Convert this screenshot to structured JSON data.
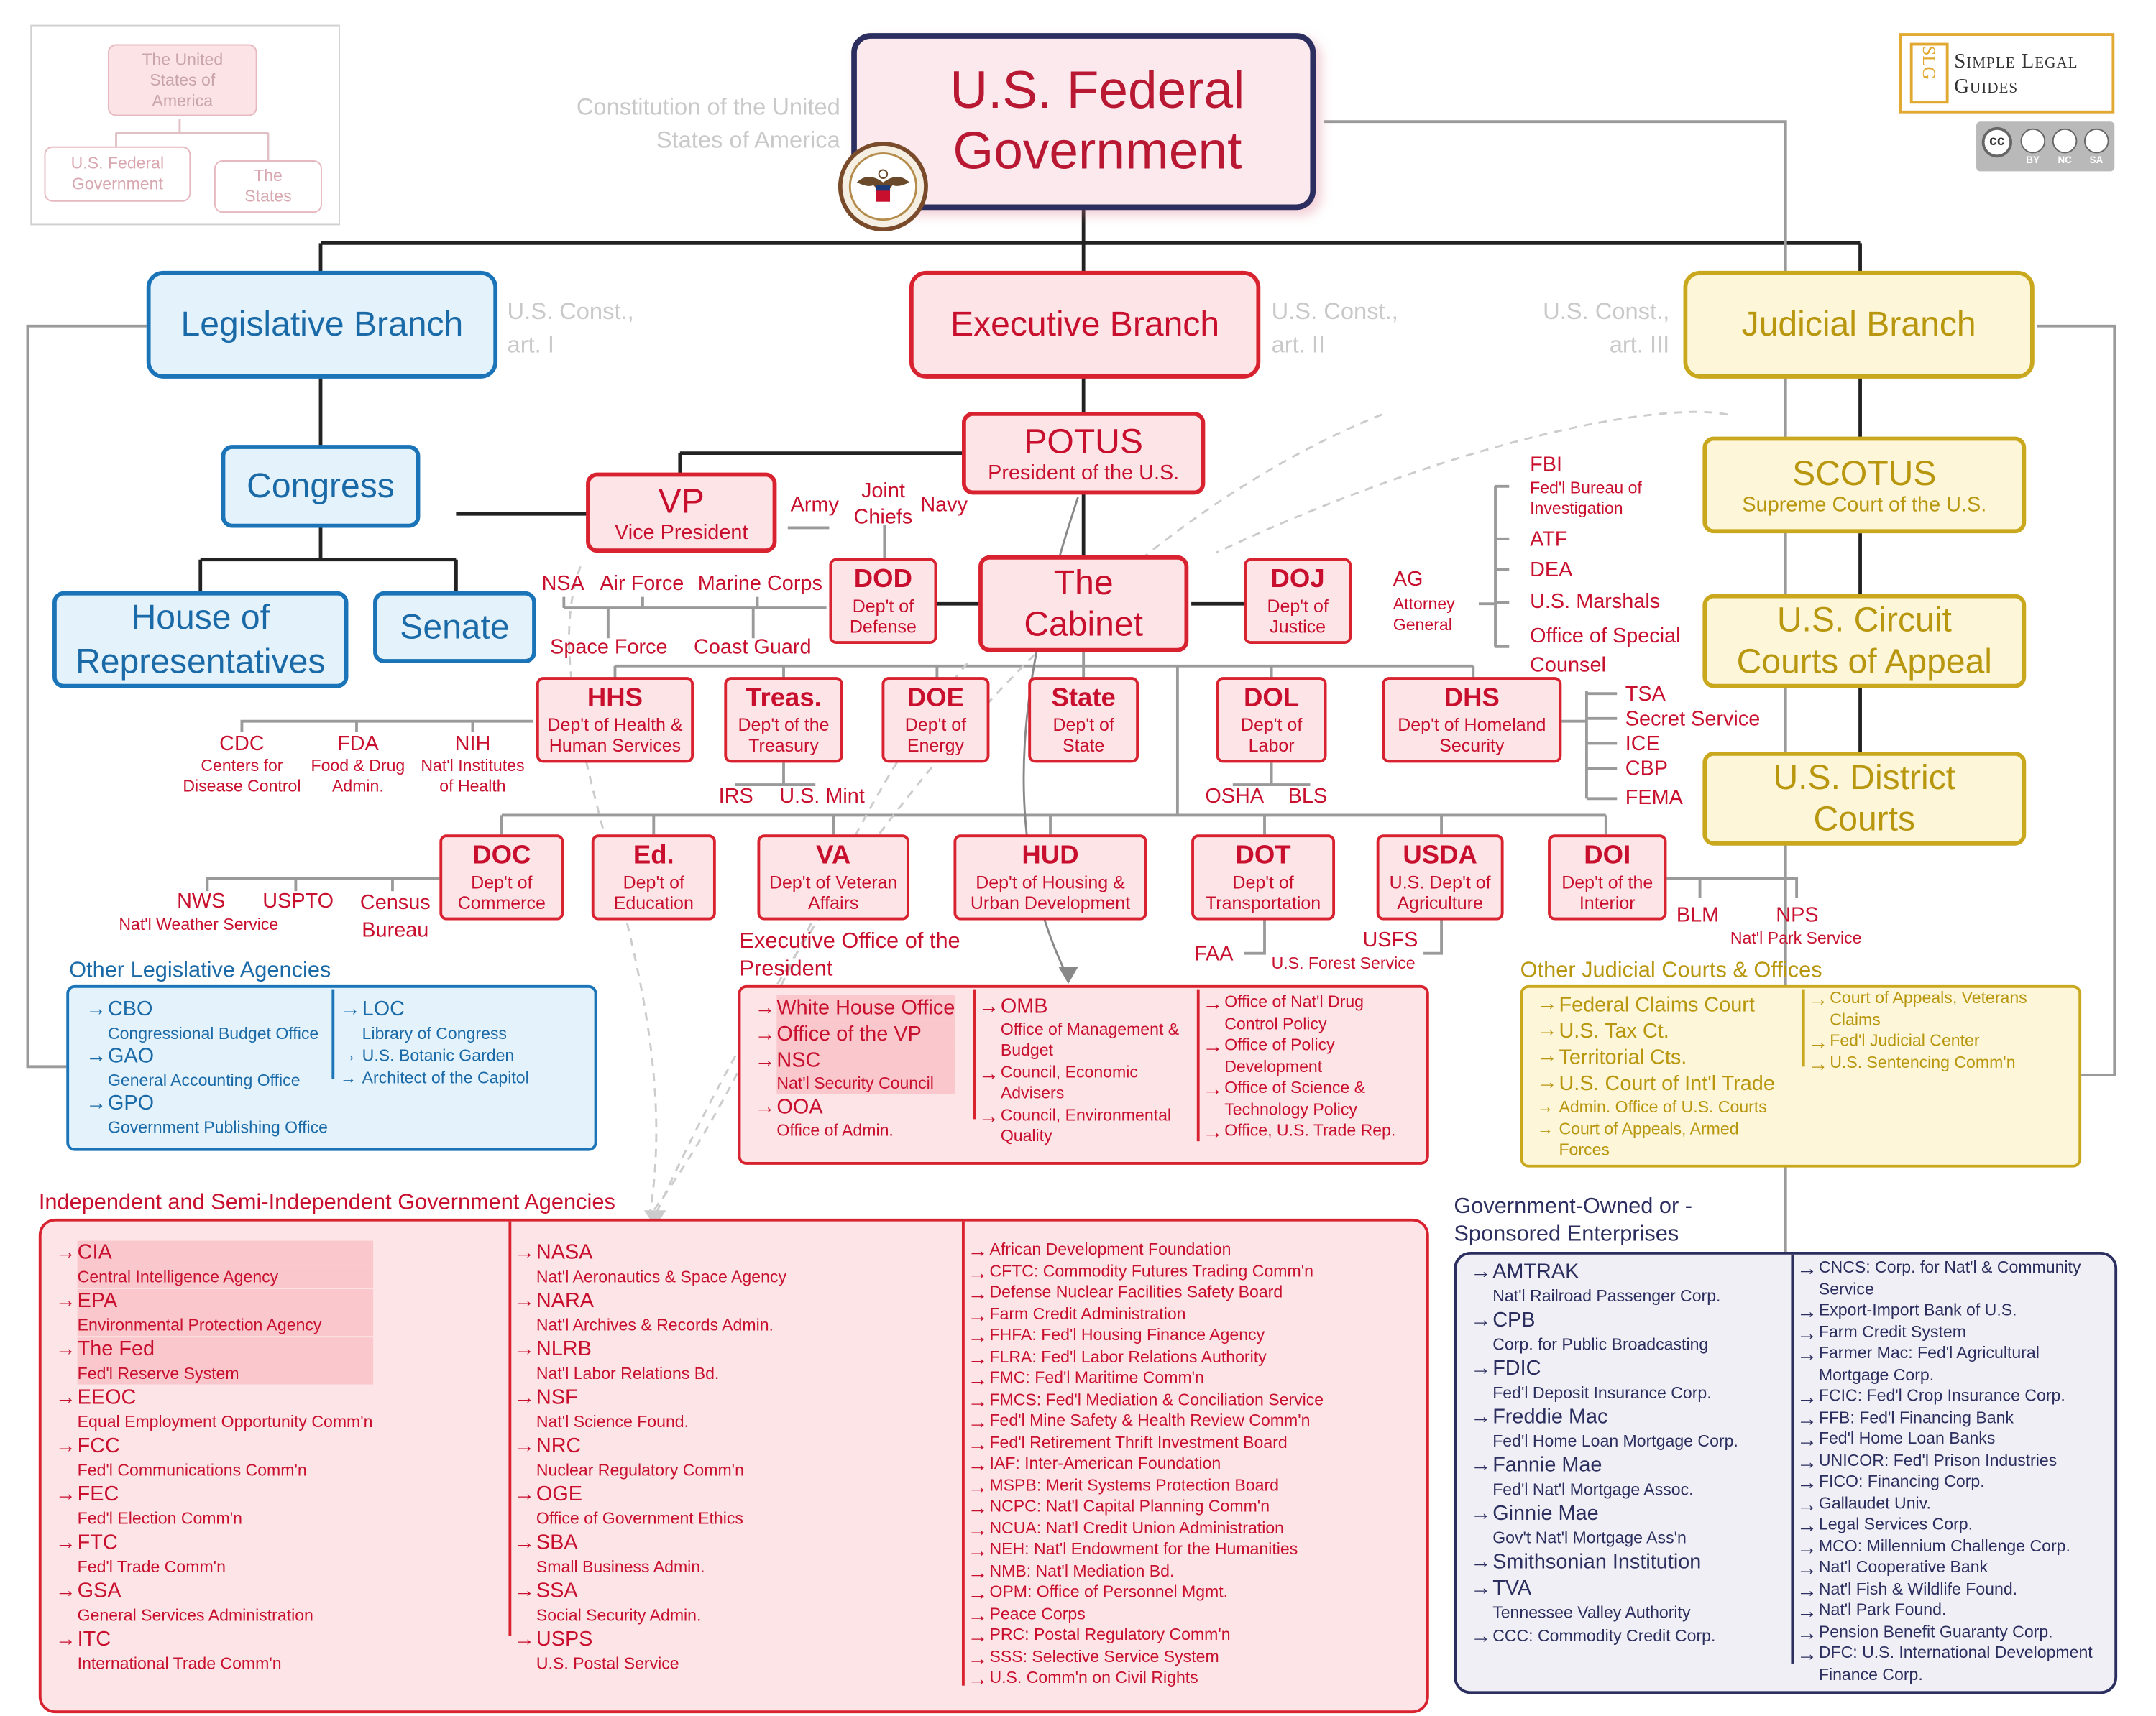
{
  "title": "U.S. Federal Government",
  "constitution_label": "Constitution of the United States of America",
  "mini_map": {
    "top": "The United States of America",
    "left": "U.S. Federal Government",
    "right": "The States"
  },
  "logo": {
    "text1": "Simple Legal",
    "text2": "Guides",
    "monogram": "SLG",
    "license": [
      "BY",
      "NC",
      "SA"
    ]
  },
  "seal_name": "eagle-seal",
  "branches": {
    "legislative": {
      "name": "Legislative Branch",
      "ref": "U.S. Const., art. I"
    },
    "executive": {
      "name": "Executive Branch",
      "ref": "U.S. Const., art. II"
    },
    "judicial": {
      "name": "Judicial Branch",
      "ref": "U.S. Const., art. III"
    }
  },
  "legislative": {
    "congress": "Congress",
    "house": "House of Representatives",
    "senate": "Senate",
    "other_title": "Other Legislative Agencies",
    "col1": [
      {
        "abbr": "CBO",
        "full": "Congressional Budget Office"
      },
      {
        "abbr": "GAO",
        "full": "General Accounting Office"
      },
      {
        "abbr": "GPO",
        "full": "Government Publishing Office"
      }
    ],
    "col2": [
      {
        "abbr": "LOC",
        "full": "Library of Congress"
      },
      {
        "abbr": "U.S. Botanic Garden",
        "full": ""
      },
      {
        "abbr": "Architect of the Capitol",
        "full": ""
      }
    ]
  },
  "executive": {
    "potus": {
      "abbr": "POTUS",
      "full": "President of the U.S."
    },
    "vp": {
      "abbr": "VP",
      "full": "Vice President"
    },
    "cabinet": "The Cabinet",
    "dod_subs": {
      "army": "Army",
      "joint": "Joint Chiefs",
      "navy": "Navy",
      "nsa": "NSA",
      "airforce": "Air Force",
      "marines": "Marine Corps",
      "space": "Space Force",
      "coast": "Coast Guard"
    },
    "doj_subs": {
      "ag": "AG",
      "ag_full": "Attorney General",
      "fbi": "FBI",
      "fbi_full": "Fed'l Bureau of Investigation",
      "atf": "ATF",
      "dea": "DEA",
      "marshals": "U.S. Marshals",
      "osc": "Office of Special Counsel"
    },
    "departments_row1": [
      {
        "abbr": "DOD",
        "full": "Dep't of Defense"
      },
      {
        "abbr": "DOJ",
        "full": "Dep't of Justice"
      },
      {
        "abbr": "HHS",
        "full": "Dep't of Health & Human Services"
      },
      {
        "abbr": "Treas.",
        "full": "Dep't of the Treasury"
      },
      {
        "abbr": "DOE",
        "full": "Dep't of Energy"
      },
      {
        "abbr": "State",
        "full": "Dep't of State"
      },
      {
        "abbr": "DOL",
        "full": "Dep't of Labor"
      },
      {
        "abbr": "DHS",
        "full": "Dep't of Homeland Security"
      }
    ],
    "hhs_subs": [
      {
        "abbr": "CDC",
        "full": "Centers for Disease Control"
      },
      {
        "abbr": "FDA",
        "full": "Food & Drug Admin."
      },
      {
        "abbr": "NIH",
        "full": "Nat'l Institutes of Health"
      }
    ],
    "treas_subs": [
      "IRS",
      "U.S. Mint"
    ],
    "dol_subs": [
      "OSHA",
      "BLS"
    ],
    "dhs_subs": [
      "TSA",
      "Secret Service",
      "ICE",
      "CBP",
      "FEMA"
    ],
    "departments_row2": [
      {
        "abbr": "DOC",
        "full": "Dep't of Commerce"
      },
      {
        "abbr": "Ed.",
        "full": "Dep't of Education"
      },
      {
        "abbr": "VA",
        "full": "Dep't of Veteran Affairs"
      },
      {
        "abbr": "HUD",
        "full": "Dep't of Housing & Urban Development"
      },
      {
        "abbr": "DOT",
        "full": "Dep't of Transportation"
      },
      {
        "abbr": "USDA",
        "full": "U.S. Dep't of Agriculture"
      },
      {
        "abbr": "DOI",
        "full": "Dep't of the Interior"
      }
    ],
    "doc_subs": [
      {
        "abbr": "NWS",
        "full": "Nat'l Weather Service"
      },
      {
        "abbr": "USPTO",
        "full": ""
      },
      {
        "abbr": "Census Bureau",
        "full": ""
      }
    ],
    "dot_subs": [
      "FAA"
    ],
    "usda_subs": [
      {
        "abbr": "USFS",
        "full": "U.S. Forest Service"
      }
    ],
    "doi_subs": [
      {
        "abbr": "BLM",
        "full": ""
      },
      {
        "abbr": "NPS",
        "full": "Nat'l Park Service"
      }
    ],
    "eop_title": "Executive Office of the President",
    "eop_col1": [
      {
        "abbr": "White House Office",
        "full": ""
      },
      {
        "abbr": "Office of the VP",
        "full": ""
      },
      {
        "abbr": "NSC",
        "full": "Nat'l Security Council"
      },
      {
        "abbr": "OOA",
        "full": "Office of Admin."
      }
    ],
    "eop_col2": [
      {
        "abbr": "OMB",
        "full": "Office of Management & Budget"
      },
      {
        "abbr": "",
        "full": "Council, Economic Advisers"
      },
      {
        "abbr": "",
        "full": "Council, Environmental Quality"
      }
    ],
    "eop_col3": [
      "Office of Nat'l Drug Control Policy",
      "Office of Policy Development",
      "Office of Science & Technology Policy",
      "Office, U.S. Trade Rep."
    ]
  },
  "judicial": {
    "scotus": {
      "abbr": "SCOTUS",
      "full": "Supreme Court of the U.S."
    },
    "circuit": "U.S. Circuit Courts of Appeal",
    "district": "U.S. District Courts",
    "other_title": "Other Judicial Courts & Offices",
    "col1": [
      "Federal Claims Court",
      "U.S. Tax Ct.",
      "Territorial Cts.",
      "U.S. Court of Int'l Trade",
      "Admin. Office of U.S. Courts",
      "Court of Appeals, Armed Forces"
    ],
    "col2": [
      "Court of Appeals, Veterans Claims",
      "Fed'l Judicial Center",
      "U.S. Sentencing Comm'n"
    ]
  },
  "independent": {
    "title": "Independent and Semi-Independent Government Agencies",
    "col1": [
      {
        "abbr": "CIA",
        "full": "Central Intelligence Agency"
      },
      {
        "abbr": "EPA",
        "full": "Environmental Protection Agency"
      },
      {
        "abbr": "The Fed",
        "full": "Fed'l Reserve System"
      },
      {
        "abbr": "EEOC",
        "full": "Equal Employment Opportunity Comm'n"
      },
      {
        "abbr": "FCC",
        "full": "Fed'l Communications Comm'n"
      },
      {
        "abbr": "FEC",
        "full": "Fed'l Election Comm'n"
      },
      {
        "abbr": "FTC",
        "full": "Fed'l Trade Comm'n"
      },
      {
        "abbr": "GSA",
        "full": "General Services Administration"
      },
      {
        "abbr": "ITC",
        "full": "International Trade Comm'n"
      }
    ],
    "col2": [
      {
        "abbr": "NASA",
        "full": "Nat'l Aeronautics & Space Agency"
      },
      {
        "abbr": "NARA",
        "full": "Nat'l Archives & Records Admin."
      },
      {
        "abbr": "NLRB",
        "full": "Nat'l Labor Relations Bd."
      },
      {
        "abbr": "NSF",
        "full": "Nat'l Science Found."
      },
      {
        "abbr": "NRC",
        "full": "Nuclear Regulatory Comm'n"
      },
      {
        "abbr": "OGE",
        "full": "Office of Government Ethics"
      },
      {
        "abbr": "SBA",
        "full": "Small Business Admin."
      },
      {
        "abbr": "SSA",
        "full": "Social Security Admin."
      },
      {
        "abbr": "USPS",
        "full": "U.S. Postal Service"
      }
    ],
    "col3": [
      "African Development Foundation",
      "CFTC: Commodity Futures Trading Comm'n",
      "Defense Nuclear Facilities Safety Board",
      "Farm Credit Administration",
      "FHFA: Fed'l Housing Finance Agency",
      "FLRA: Fed'l Labor Relations Authority",
      "FMC: Fed'l Maritime Comm'n",
      "FMCS: Fed'l Mediation & Conciliation Service",
      "Fed'l Mine Safety & Health Review Comm'n",
      "Fed'l Retirement Thrift Investment Board",
      "IAF: Inter-American Foundation",
      "MSPB: Merit Systems Protection Board",
      "NCPC: Nat'l Capital Planning Comm'n",
      "NCUA: Nat'l Credit Union Administration",
      "NEH: Nat'l Endowment for the Humanities",
      "NMB: Nat'l Mediation Bd.",
      "OPM: Office of Personnel Mgmt.",
      "Peace Corps",
      "PRC: Postal Regulatory Comm'n",
      "SSS: Selective Service System",
      "U.S. Comm'n on Civil Rights"
    ]
  },
  "gse": {
    "title": "Government-Owned or -Sponsored Enterprises",
    "col1": [
      {
        "abbr": "AMTRAK",
        "full": "Nat'l Railroad Passenger Corp."
      },
      {
        "abbr": "CPB",
        "full": "Corp. for Public Broadcasting"
      },
      {
        "abbr": "FDIC",
        "full": "Fed'l Deposit Insurance Corp."
      },
      {
        "abbr": "Freddie Mac",
        "full": "Fed'l Home Loan Mortgage Corp."
      },
      {
        "abbr": "Fannie Mae",
        "full": "Fed'l Nat'l Mortgage Assoc."
      },
      {
        "abbr": "Ginnie Mae",
        "full": "Gov't Nat'l Mortgage Ass'n"
      },
      {
        "abbr": "Smithsonian Institution",
        "full": ""
      },
      {
        "abbr": "TVA",
        "full": "Tennessee Valley Authority"
      },
      {
        "abbr": "",
        "full": "CCC: Commodity Credit Corp."
      }
    ],
    "col2": [
      "CNCS: Corp. for Nat'l & Community Service",
      "Export-Import Bank of U.S.",
      "Farm Credit System",
      "Farmer Mac: Fed'l Agricultural Mortgage Corp.",
      "FCIC: Fed'l Crop Insurance Corp.",
      "FFB: Fed'l Financing Bank",
      "Fed'l Home Loan Banks",
      "UNICOR: Fed'l Prison Industries",
      "FICO: Financing Corp.",
      "Gallaudet Univ.",
      "Legal Services Corp.",
      "MCO: Millennium Challenge Corp.",
      "Nat'l Cooperative Bank",
      "Nat'l Fish & Wildlife Found.",
      "Nat'l Park Found.",
      "Pension Benefit Guaranty Corp.",
      "DFC: U.S. International Development Finance Corp."
    ]
  },
  "colors": {
    "red": "#d8222f",
    "blue": "#1b74b7",
    "gold": "#c9a81d",
    "navy": "#2b2e5e"
  }
}
